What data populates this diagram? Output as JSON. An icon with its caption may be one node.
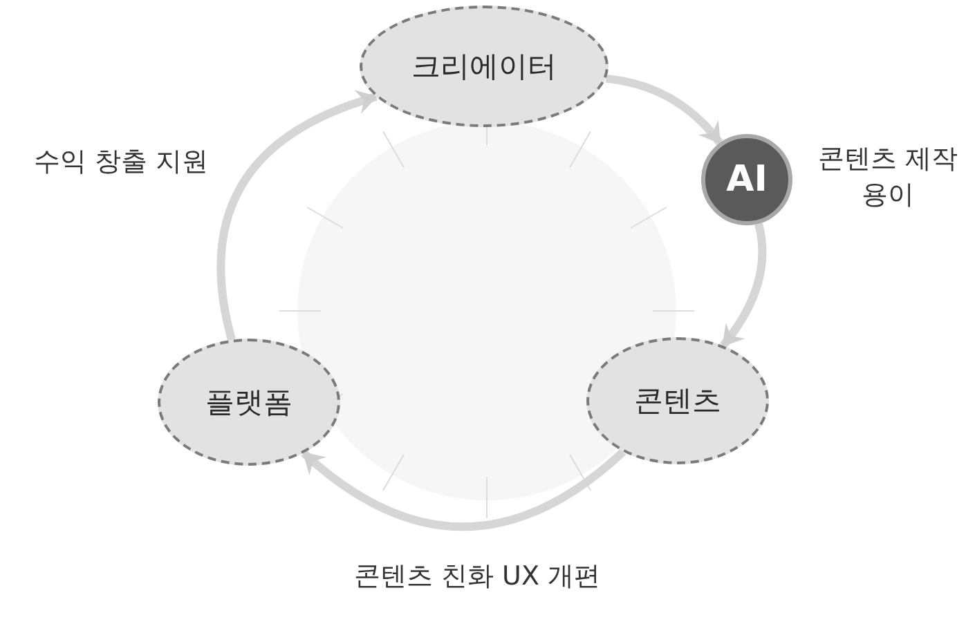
{
  "diagram": {
    "nodes": [
      {
        "text": [
          "크리에이터"
        ]
      },
      {
        "text": [
          "AI"
        ],
        "beside": [
          "콘텐츠 제작 용이"
        ]
      },
      {
        "text": [
          "콘텐츠"
        ]
      },
      {
        "text": [
          "플랫폼"
        ]
      }
    ],
    "edges": [
      {
        "from": 0,
        "to": 1,
        "arrow": "to"
      },
      {
        "from": 1,
        "to": 2,
        "arrow": "to"
      },
      {
        "from": 2,
        "to": 3,
        "arrow": "to",
        "label": "콘텐츠 친화 UX 개편"
      },
      {
        "from": 3,
        "to": 0,
        "arrow": "to",
        "label": "수익 창출 지원"
      }
    ]
  }
}
